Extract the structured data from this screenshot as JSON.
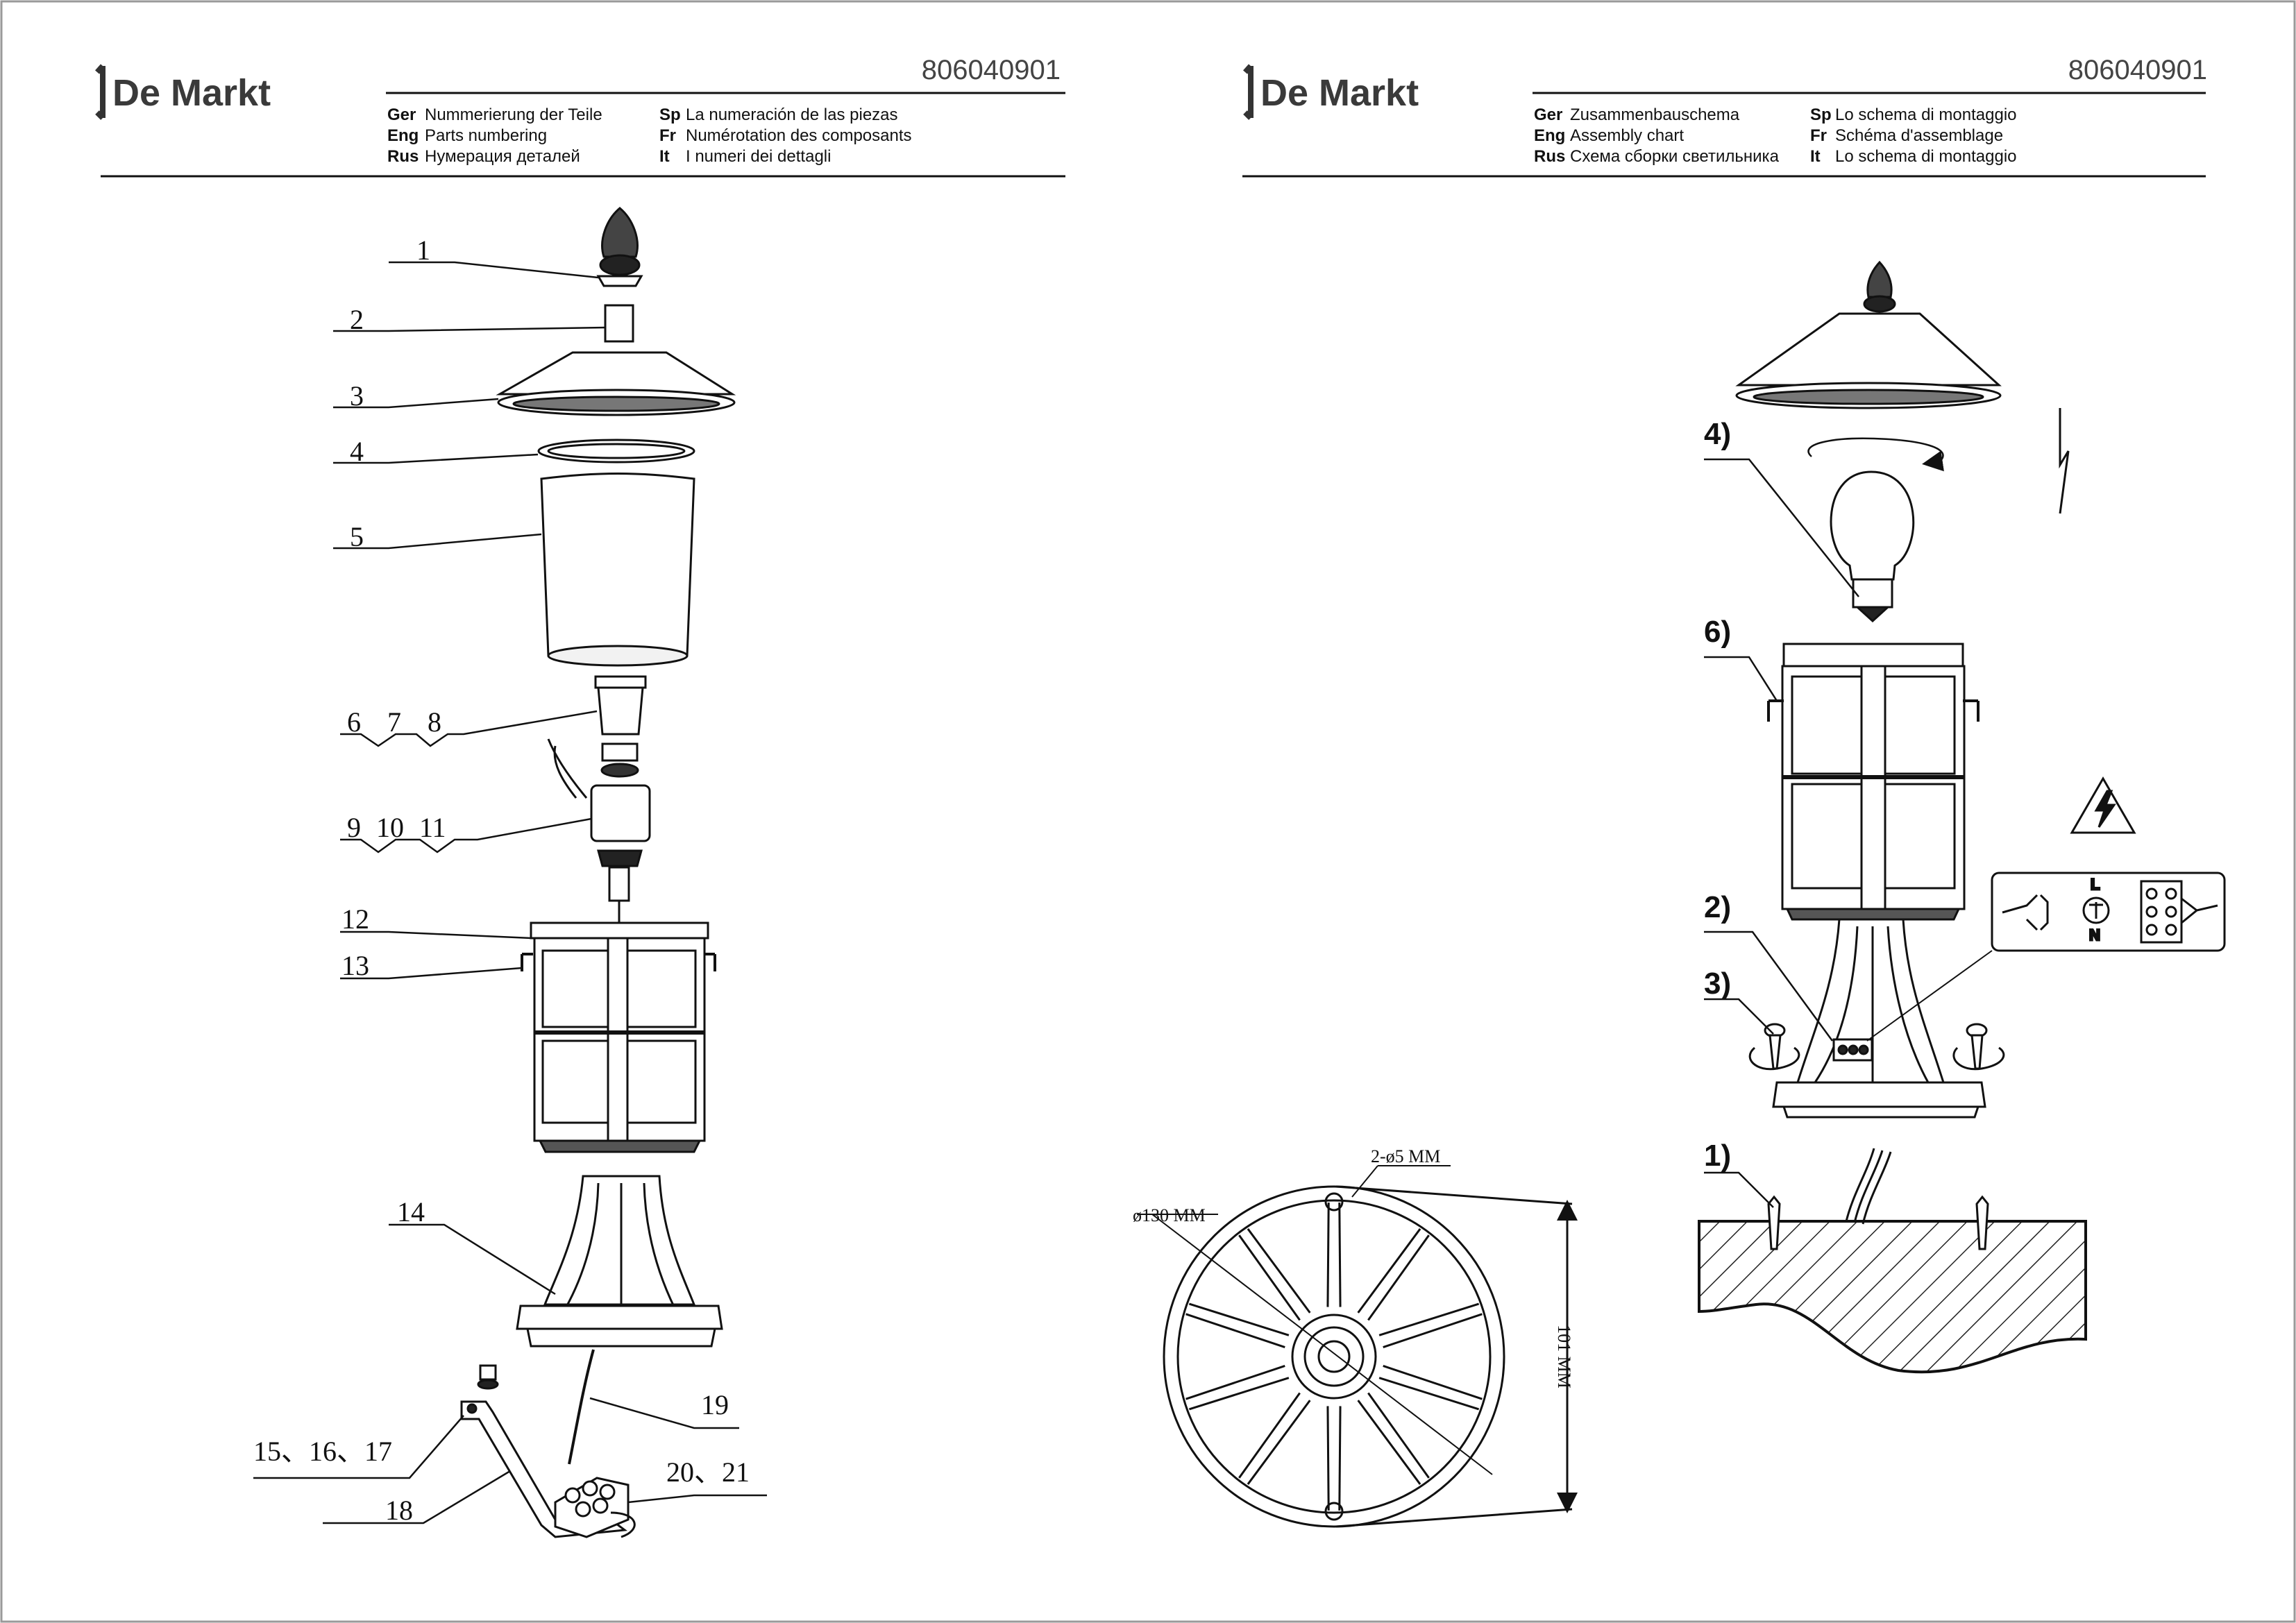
{
  "brand": {
    "name": "De Markt"
  },
  "left_page": {
    "code": "806040901",
    "titles": [
      {
        "lang": "Ger",
        "text": "Nummerierung der Teile"
      },
      {
        "lang": "Eng",
        "text": "Parts numbering"
      },
      {
        "lang": "Rus",
        "text": "Нумерация деталей"
      },
      {
        "lang": "Sp",
        "text": "La numeración de las piezas"
      },
      {
        "lang": "Fr",
        "text": "Numérotation des composants"
      },
      {
        "lang": "It",
        "text": "I numeri dei dettagli"
      }
    ],
    "part_labels": [
      "1",
      "2",
      "3",
      "4",
      "5",
      "6 7 8",
      "9 10 11",
      "12",
      "13",
      "14",
      "15、16、17",
      "18",
      "19",
      "20、21"
    ]
  },
  "right_page": {
    "code": "806040901",
    "titles": [
      {
        "lang": "Ger",
        "text": "Zusammenbauschema"
      },
      {
        "lang": "Eng",
        "text": "Assembly chart"
      },
      {
        "lang": "Rus",
        "text": "Схема сборки светильника"
      },
      {
        "lang": "Sp",
        "text": "Lo schema di montaggio"
      },
      {
        "lang": "Fr",
        "text": "Schéma d'assemblage"
      },
      {
        "lang": "It",
        "text": "Lo schema di montaggio"
      }
    ],
    "steps": [
      "4)",
      "6)",
      "2)",
      "3)",
      "1)"
    ],
    "dimensions": {
      "holes": "2-ø5 MM",
      "diameter": "ø130 MM",
      "height": "101 MM"
    },
    "terminal_labels": {
      "live": "L",
      "neutral": "N"
    }
  }
}
